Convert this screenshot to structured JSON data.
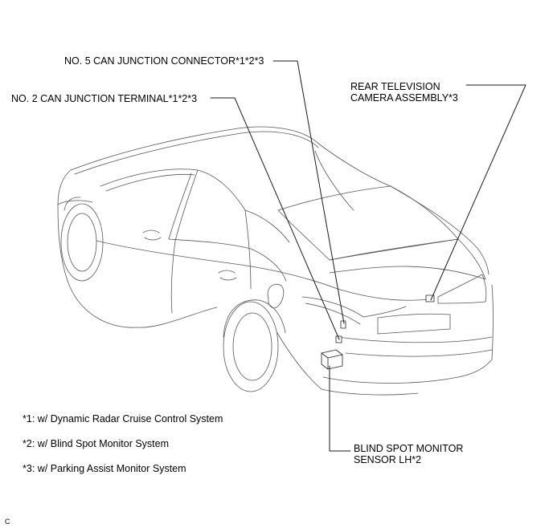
{
  "callouts": {
    "no5_can_junction_connector": "NO. 5 CAN JUNCTION CONNECTOR*1*2*3",
    "no2_can_junction_terminal": "NO. 2 CAN JUNCTION TERMINAL*1*2*3",
    "rear_tv_camera_line1": "REAR TELEVISION",
    "rear_tv_camera_line2": "CAMERA ASSEMBLY*3",
    "bsm_sensor_line1": "BLIND SPOT MONITOR",
    "bsm_sensor_line2": "SENSOR LH*2"
  },
  "notes": [
    "*1: w/ Dynamic Radar Cruise Control System",
    "*2: w/ Blind Spot Monitor System",
    "*3: w/ Parking Assist Monitor System"
  ],
  "corner_mark": "C",
  "colors": {
    "line": "#1a1a1a",
    "car_outline": "#555555",
    "background": "#ffffff"
  }
}
